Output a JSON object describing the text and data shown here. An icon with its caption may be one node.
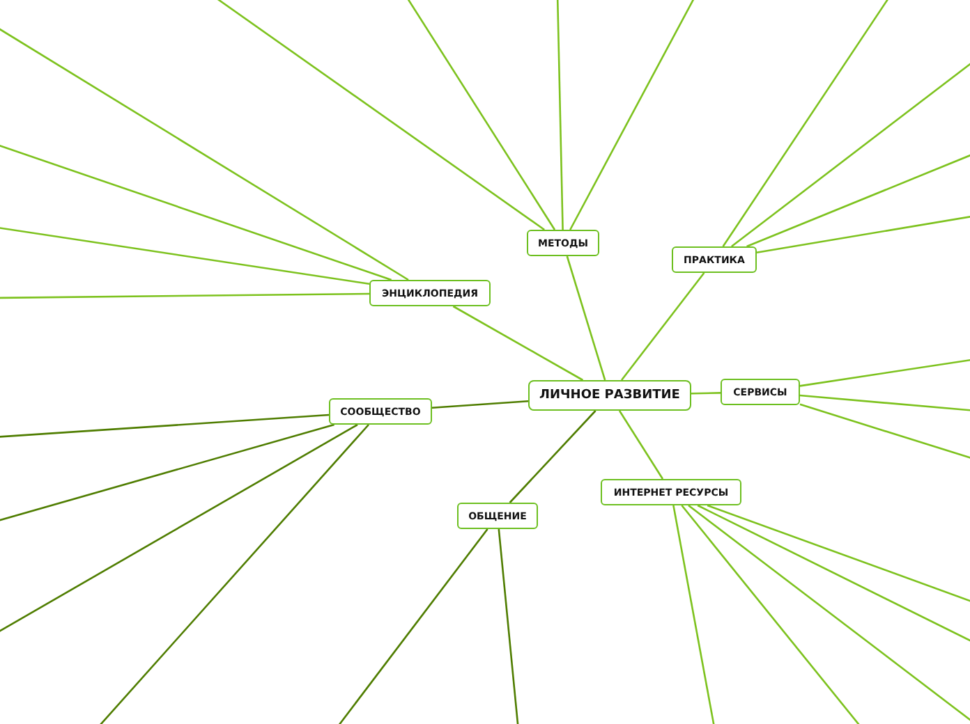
{
  "diagram": {
    "nodes": [
      {
        "text": [
          "ЛИЧНОЕ РАЗВИТИЕ"
        ]
      },
      {
        "text": [
          "МЕТОДЫ"
        ]
      },
      {
        "text": [
          "ПРАКТИКА"
        ]
      },
      {
        "text": [
          "ЭНЦИКЛОПЕДИЯ"
        ]
      },
      {
        "text": [
          "СЕРВИСЫ"
        ]
      },
      {
        "text": [
          "СООБЩЕСТВО"
        ]
      },
      {
        "text": [
          "ОБЩЕНИЕ"
        ]
      },
      {
        "text": [
          "ИНТЕРНЕТ РЕСУРСЫ"
        ]
      }
    ],
    "edges": [
      {
        "from": 0,
        "to": 1,
        "arrow": "none"
      },
      {
        "from": 0,
        "to": 2,
        "arrow": "none"
      },
      {
        "from": 0,
        "to": 3,
        "arrow": "none"
      },
      {
        "from": 0,
        "to": 4,
        "arrow": "none"
      },
      {
        "from": 0,
        "to": 5,
        "arrow": "none",
        "color": "#4f7d00"
      },
      {
        "from": 0,
        "to": 6,
        "arrow": "none",
        "color": "#4f7d00"
      },
      {
        "from": 0,
        "to": 7,
        "arrow": "none"
      },
      {
        "from": 1,
        "to": null,
        "arrow": "none"
      },
      {
        "from": 1,
        "to": null,
        "arrow": "none"
      },
      {
        "from": 1,
        "to": null,
        "arrow": "none"
      },
      {
        "from": 1,
        "to": null,
        "arrow": "none"
      },
      {
        "from": 2,
        "to": null,
        "arrow": "none"
      },
      {
        "from": 2,
        "to": null,
        "arrow": "none"
      },
      {
        "from": 2,
        "to": null,
        "arrow": "none"
      },
      {
        "from": 2,
        "to": null,
        "arrow": "none"
      },
      {
        "from": 3,
        "to": null,
        "arrow": "none"
      },
      {
        "from": 3,
        "to": null,
        "arrow": "none"
      },
      {
        "from": 3,
        "to": null,
        "arrow": "none"
      },
      {
        "from": 3,
        "to": null,
        "arrow": "none"
      },
      {
        "from": 4,
        "to": null,
        "arrow": "none"
      },
      {
        "from": 4,
        "to": null,
        "arrow": "none"
      },
      {
        "from": 4,
        "to": null,
        "arrow": "none"
      },
      {
        "from": 5,
        "to": null,
        "arrow": "none",
        "color": "#4f7d00"
      },
      {
        "from": 5,
        "to": null,
        "arrow": "none",
        "color": "#4f7d00"
      },
      {
        "from": 5,
        "to": null,
        "arrow": "none",
        "color": "#4f7d00"
      },
      {
        "from": 5,
        "to": null,
        "arrow": "none",
        "color": "#4f7d00"
      },
      {
        "from": 6,
        "to": null,
        "arrow": "none",
        "color": "#4f7d00"
      },
      {
        "from": 6,
        "to": null,
        "arrow": "none",
        "color": "#4f7d00"
      },
      {
        "from": 7,
        "to": null,
        "arrow": "none"
      },
      {
        "from": 7,
        "to": null,
        "arrow": "none"
      },
      {
        "from": 7,
        "to": null,
        "arrow": "none"
      },
      {
        "from": 7,
        "to": null,
        "arrow": "none"
      },
      {
        "from": 7,
        "to": null,
        "arrow": "none"
      }
    ]
  }
}
